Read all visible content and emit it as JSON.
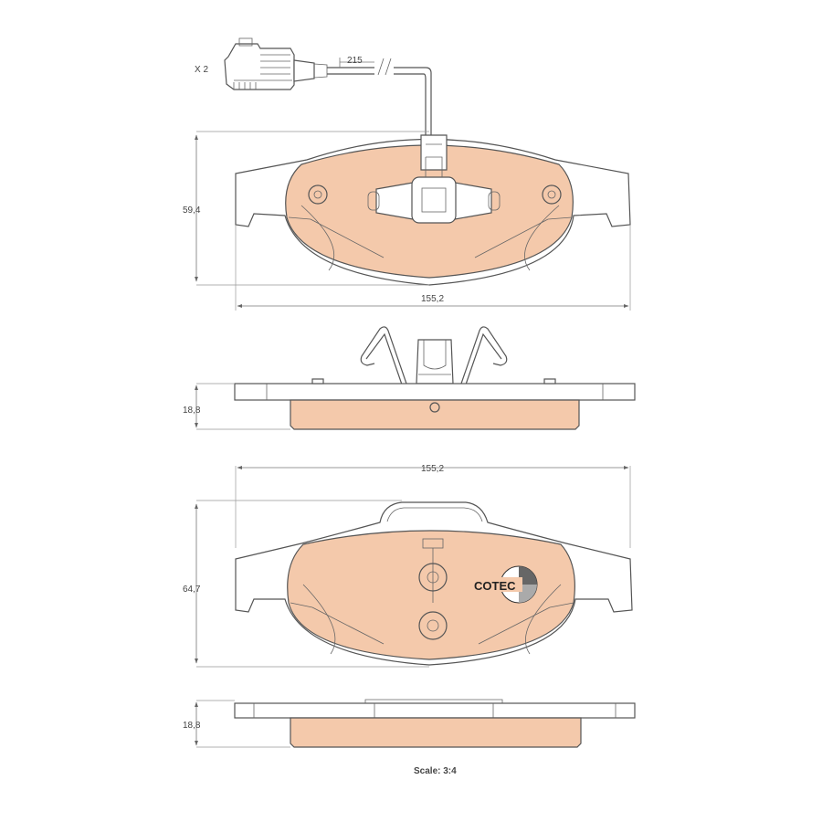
{
  "colors": {
    "friction": "#f4c9ab",
    "outline": "#555555",
    "dimension": "#777777",
    "background": "#ffffff"
  },
  "sensor": {
    "quantity": "X 2",
    "cable_length": "215"
  },
  "pad1": {
    "height": "59,4",
    "width": "155,2"
  },
  "pad1_side": {
    "thickness": "18,8"
  },
  "pad2": {
    "width": "155,2",
    "height": "64,7",
    "logo": "COTEC"
  },
  "pad2_side": {
    "thickness": "18,8"
  },
  "footer": {
    "scale": "Scale: 3:4"
  },
  "icons": {
    "wear-sensor": "wear-sensor-icon",
    "anti-rattle-spring": "anti-rattle-spring-icon",
    "cotec-logo": "cotec-logo-icon"
  }
}
